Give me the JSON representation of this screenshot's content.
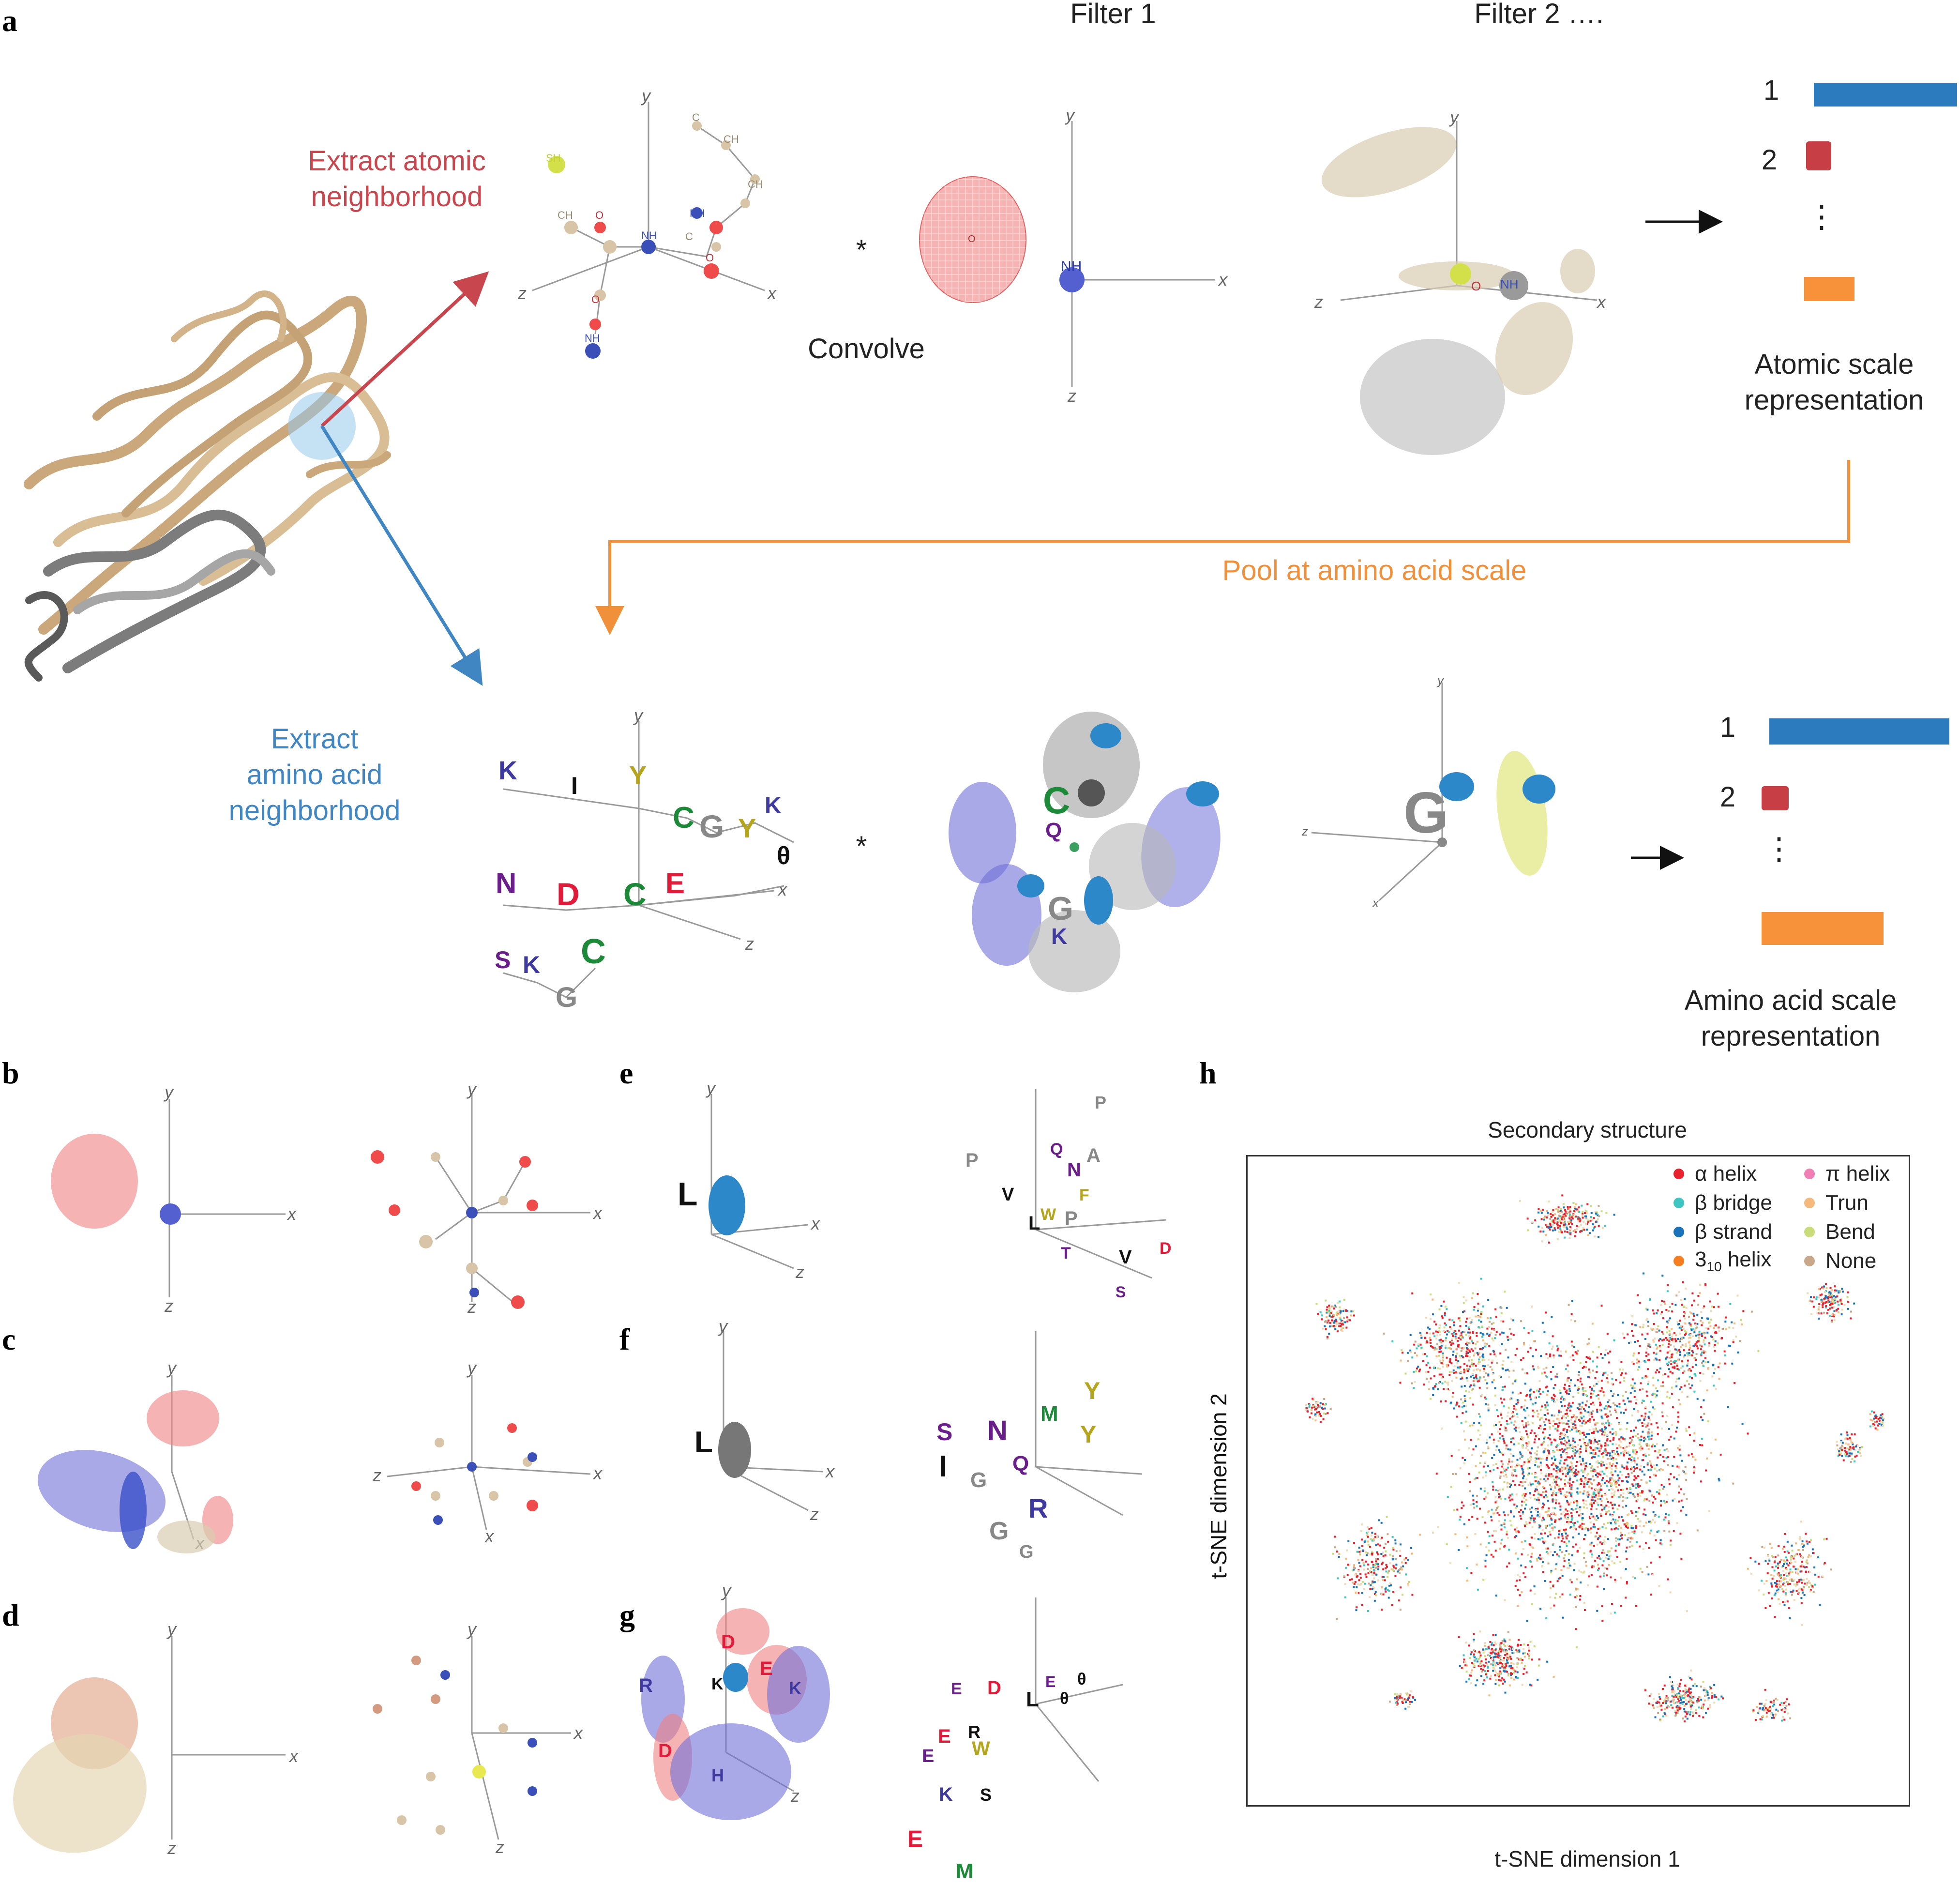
{
  "panel_labels": [
    "a",
    "b",
    "c",
    "d",
    "e",
    "f",
    "g",
    "h"
  ],
  "top": {
    "filter1": "Filter 1",
    "filter2": "Filter 2 ….",
    "extract_atomic": [
      "Extract atomic",
      "neighborhood"
    ],
    "convolve": "Convolve",
    "atomic_rep": [
      "Atomic scale",
      "representation"
    ],
    "pool": "Pool at amino acid scale",
    "extract_aa": [
      "Extract",
      "amino acid",
      "neighborhood"
    ],
    "aa_rep": [
      "Amino acid scale",
      "representation"
    ],
    "star": "*",
    "arrow": "→",
    "list_numbers": [
      "1",
      "2"
    ],
    "ellipsis": "⋮"
  },
  "atom_labels": [
    "SH",
    "CH",
    "CH",
    "CH",
    "O",
    "NH",
    "NH",
    "C",
    "C",
    "O",
    "O",
    "NH",
    "O",
    "NH",
    "O"
  ],
  "axis_labels": {
    "x": "x",
    "y": "y",
    "z": "z"
  },
  "residue_letters": [
    "K",
    "I",
    "Y",
    "C",
    "G",
    "Y",
    "K",
    "N",
    "D",
    "C",
    "E",
    "θ",
    "S",
    "K",
    "C",
    "G",
    "C",
    "Q",
    "G",
    "K",
    "L",
    "L",
    "P",
    "Q",
    "A",
    "N",
    "F",
    "T",
    "V",
    "W",
    "P",
    "T",
    "V",
    "D",
    "S",
    "S",
    "N",
    "M",
    "Y",
    "I",
    "G",
    "Q",
    "R",
    "G",
    "G",
    "D",
    "E",
    "R",
    "K",
    "H",
    "E",
    "D",
    "L",
    "θ",
    "E",
    "W",
    "E"
  ],
  "colors": {
    "red_accent": "#c8474f",
    "blue_accent": "#3f86c2",
    "orange_accent": "#f0903a",
    "bar_blue": "#2c7bbf",
    "bar_red": "#c83e45",
    "bar_orange": "#f7923a"
  },
  "tsne": {
    "title": "Secondary structure",
    "xlabel": "t-SNE dimension 1",
    "ylabel": "t-SNE dimension 2",
    "legend": [
      {
        "label": "α helix",
        "color": "#e8212f"
      },
      {
        "label": "π helix",
        "color": "#ef7fb4"
      },
      {
        "label": "β bridge",
        "color": "#3fc6c2"
      },
      {
        "label": "Trun",
        "color": "#f4b97b"
      },
      {
        "label": "β strand",
        "color": "#1a73b8"
      },
      {
        "label": "Bend",
        "color": "#c9dc7a"
      },
      {
        "label": "310 helix",
        "color": "#f57f20"
      },
      {
        "label": "None",
        "color": "#c8a888"
      }
    ]
  }
}
